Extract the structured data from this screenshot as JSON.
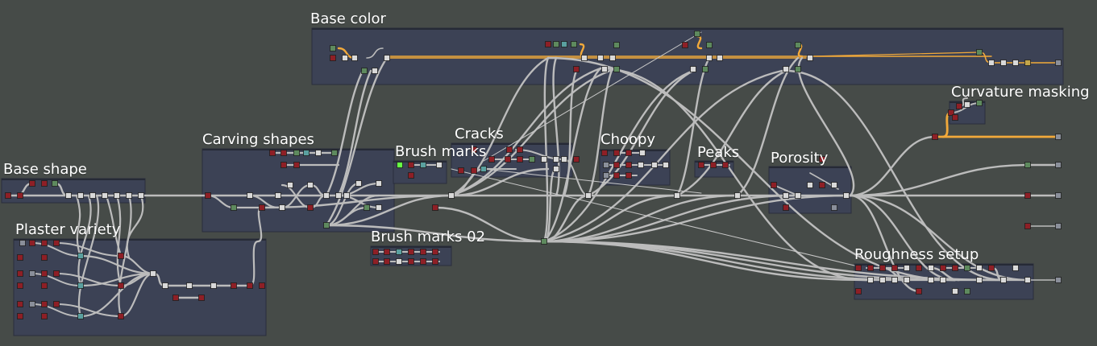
{
  "colors": {
    "background": "#464b48",
    "frame_fill": "#3c4255",
    "frame_border": "#2a2e3d",
    "wire": "#bcbcbc",
    "highlight_wire": "#f2a93a",
    "node_red": "#8e1f26",
    "node_green": "#5e8a5e",
    "node_white": "#d9d9d9",
    "node_teal": "#5aa0a0",
    "node_gray": "#8a8f9a",
    "node_bright_green": "#66ff44",
    "node_olive": "#c4a64a"
  },
  "frames": [
    {
      "id": "base-shape",
      "label": "Base shape"
    },
    {
      "id": "plaster-variety",
      "label": "Plaster variety"
    },
    {
      "id": "carving-shapes",
      "label": "Carving shapes"
    },
    {
      "id": "base-color",
      "label": "Base color"
    },
    {
      "id": "brush-marks",
      "label": "Brush marks"
    },
    {
      "id": "cracks",
      "label": "Cracks"
    },
    {
      "id": "choopy",
      "label": "Choopy"
    },
    {
      "id": "peaks",
      "label": "Peaks"
    },
    {
      "id": "porosity",
      "label": "Porosity"
    },
    {
      "id": "brush-marks-02",
      "label": "Brush marks 02"
    },
    {
      "id": "curvature-masking",
      "label": "Curvature masking"
    },
    {
      "id": "roughness-setup",
      "label": "Roughness setup"
    }
  ]
}
